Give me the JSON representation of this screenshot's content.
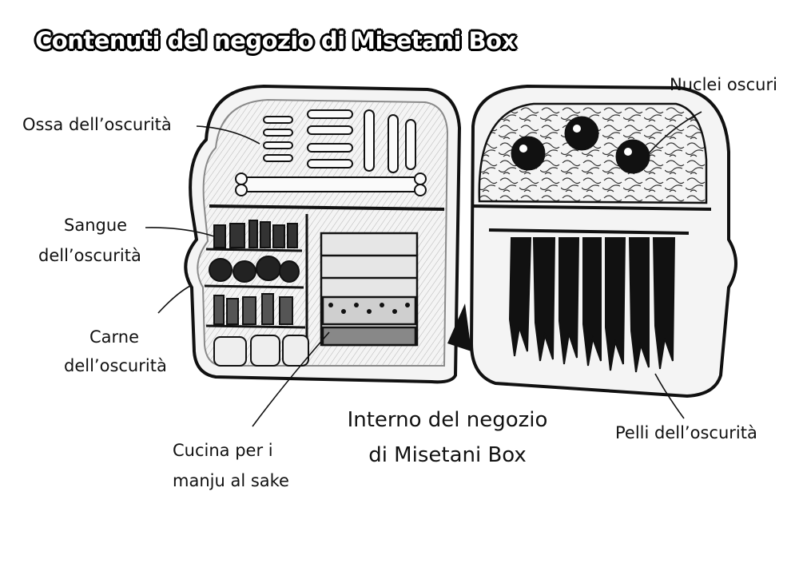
{
  "title": "Contenuti del negozio di Misetani Box",
  "labels": {
    "bones": "Ossa dell’oscurità",
    "blood_line1": "Sangue",
    "blood_line2": "dell’oscurità",
    "meat_line1": "Carne",
    "meat_line2": "dell’oscurità",
    "kitchen_line1": "Cucina per i",
    "kitchen_line2": "manju al sake",
    "cores": "Nuclei oscuri",
    "skins": "Pelli dell’oscurità",
    "interior_line1": "Interno del negozio",
    "interior_line2": "di Misetani Box"
  },
  "colors": {
    "ink": "#111111",
    "paper": "#ffffff",
    "shade": "#cfcfcf"
  }
}
